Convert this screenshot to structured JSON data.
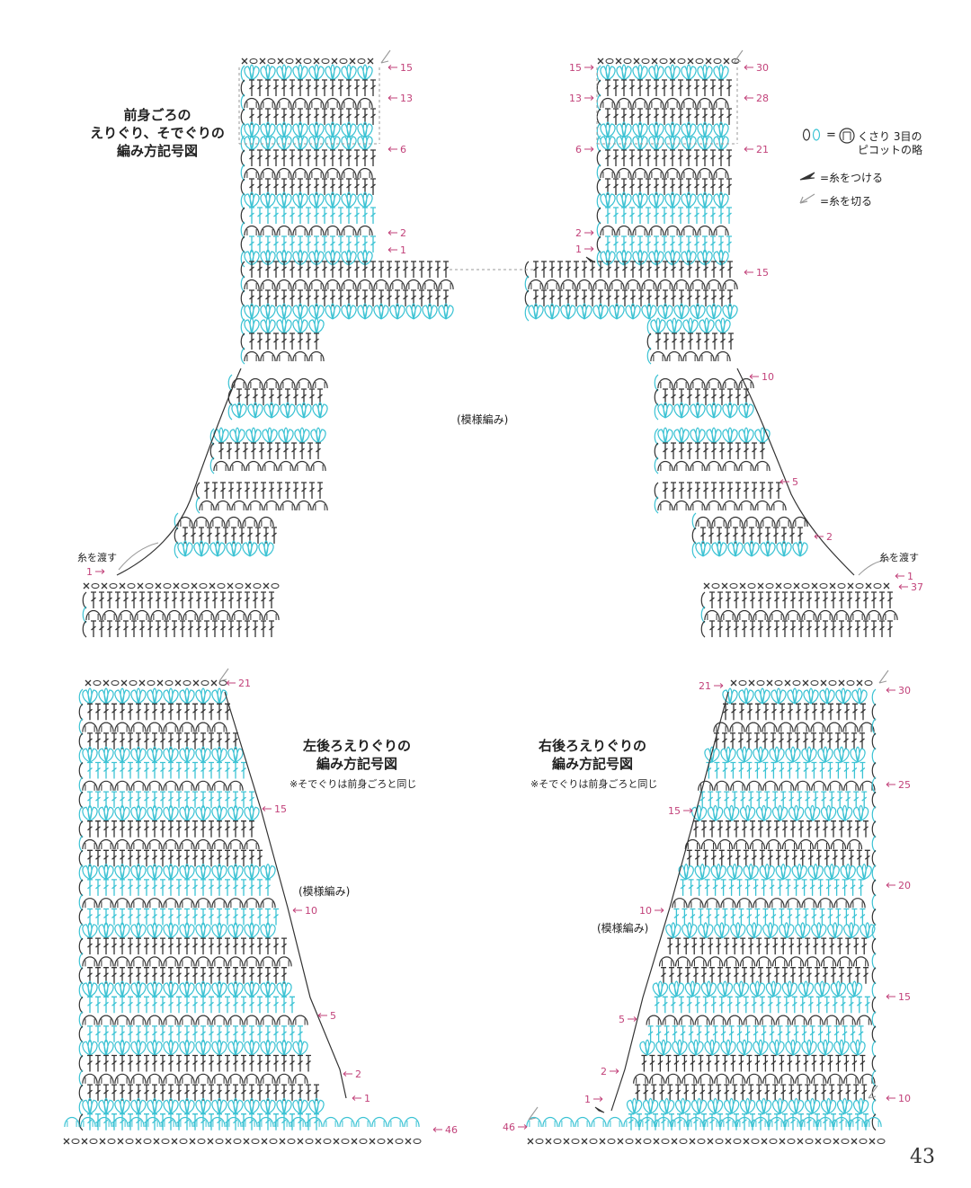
{
  "colors": {
    "cyan": "#3cc3d4",
    "dark": "#333333",
    "row_number": "#c2427a",
    "guide": "#9a9a9a"
  },
  "legend": {
    "picot_symbols_label": "=",
    "picot_text_line1": "くさり 3目の",
    "picot_text_line2": "ピコットの略",
    "picot_circle_label": "",
    "attach_yarn": "=糸をつける",
    "cut_yarn": "=糸を切る",
    "attach_icon": "attach-yarn-icon",
    "cut_icon": "cut-yarn-icon"
  },
  "front": {
    "title_line1": "前身ごろの",
    "title_line2": "えりぐり、そでぐりの",
    "title_line3": "編み方記号図",
    "pattern_label": "(模様編み)",
    "pass_yarn_left": "糸を渡す",
    "pass_yarn_right": "糸を渡す",
    "left_rows": [
      "15",
      "13",
      "6",
      "2",
      "1"
    ],
    "left_bottom_row": "1",
    "right_rows_outer": [
      "30",
      "28",
      "21",
      "15",
      "10",
      "5",
      "2",
      "1",
      "37"
    ],
    "right_rows_inner": [
      "15",
      "13",
      "6",
      "2",
      "1"
    ]
  },
  "back_left": {
    "title_line1": "左後ろえりぐりの",
    "title_line2": "編み方記号図",
    "note": "※そでぐりは前身ごろと同じ",
    "pattern_label": "(模様編み)",
    "rows": [
      "21",
      "15",
      "10",
      "5",
      "2",
      "1",
      "46"
    ]
  },
  "back_right": {
    "title_line1": "右後ろえりぐりの",
    "title_line2": "編み方記号図",
    "note": "※そでぐりは前身ごろと同じ",
    "pattern_label": "(模様編み)",
    "rows_left": [
      "21",
      "15",
      "10",
      "5",
      "2",
      "1",
      "46"
    ],
    "rows_right": [
      "30",
      "25",
      "20",
      "15",
      "10"
    ]
  },
  "page_number": "43"
}
